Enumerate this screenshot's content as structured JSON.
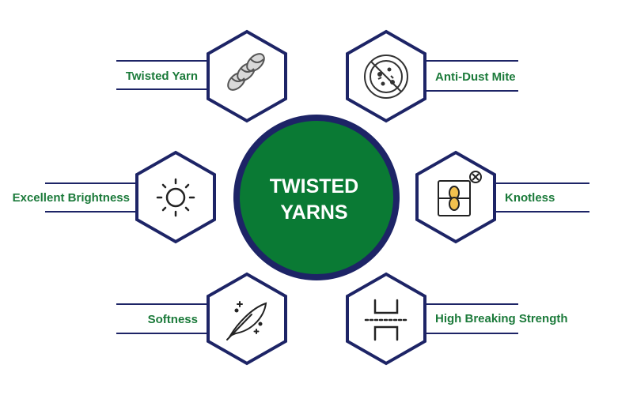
{
  "center": {
    "line1": "TWISTED",
    "line2": "YARNS"
  },
  "features": {
    "twisted_yarn": "Twisted Yarn",
    "anti_dust_mite": "Anti-Dust Mite",
    "excellent_brightness": "Excellent Brightness",
    "knotless": "Knotless",
    "softness": "Softness",
    "high_breaking_strength": "High Breaking Strength"
  },
  "icons": {
    "twisted_yarn": "twisted-yarn-icon",
    "anti_dust_mite": "no-dust-mite-icon",
    "excellent_brightness": "sun-icon",
    "knotless": "knot-crossed-icon",
    "softness": "feather-icon",
    "high_breaking_strength": "breaking-strength-icon"
  },
  "colors": {
    "navy": "#1d2466",
    "green": "#0a7a34",
    "label_green": "#1b7a3a",
    "white": "#ffffff"
  }
}
